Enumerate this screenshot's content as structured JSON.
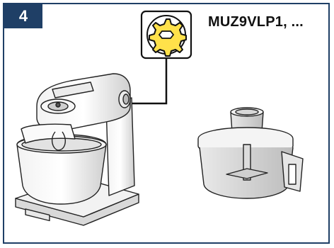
{
  "step": {
    "number": "4"
  },
  "model": {
    "label": "MUZ9VLP1, ..."
  },
  "icons": {
    "attachment": "gear-icon",
    "mixer": "stand-mixer-illustration",
    "processor": "food-processor-illustration"
  },
  "colors": {
    "frame": "#1f3f66",
    "badge": "#1f3f66",
    "gear_fill": "#ffe14a",
    "line": "#111111"
  }
}
